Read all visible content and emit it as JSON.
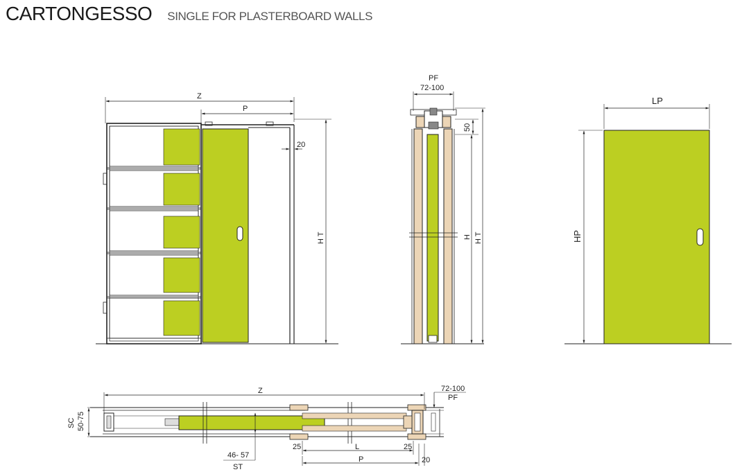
{
  "header": {
    "title": "CARTONGESSO",
    "subtitle": "SINGLE FOR PLASTERBOARD WALLS"
  },
  "colors": {
    "door_panel": "#bccf22",
    "wood": "#ecd5b6",
    "line": "#222222"
  },
  "front_view": {
    "label_z": "Z",
    "label_p": "P",
    "label_20": "20",
    "label_ht": "H T"
  },
  "side_view": {
    "label_pf": "PF",
    "label_pf_range": "72-100",
    "label_50": "50",
    "label_h": "H",
    "label_ht": "H T"
  },
  "door_view": {
    "label_lp": "LP",
    "label_hp": "HP"
  },
  "plan_view": {
    "label_z": "Z",
    "label_sc": "SC",
    "label_sc_range": "50-75",
    "label_st_range": "46- 57",
    "label_st": "ST",
    "label_25_left": "25",
    "label_l": "L",
    "label_25_right": "25",
    "label_p": "P",
    "label_20": "20",
    "label_pf_range": "72-100",
    "label_pf": "PF"
  }
}
